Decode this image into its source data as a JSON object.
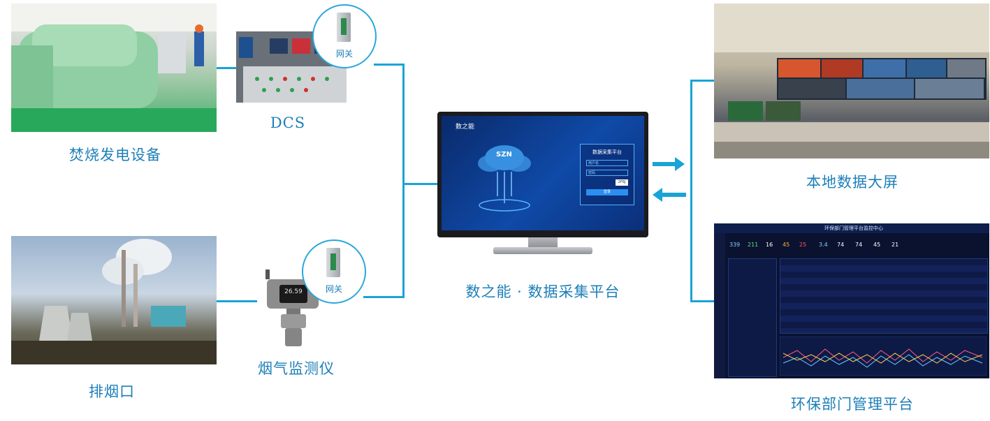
{
  "labels": {
    "incineration": "焚烧发电设备",
    "dcs": "DCS",
    "chimney": "排烟口",
    "flue_monitor": "烟气监测仪",
    "platform": "数之能 · 数据采集平台",
    "local_screen": "本地数据大屏",
    "env_platform": "环保部门管理平台"
  },
  "gateway": {
    "label": "网关"
  },
  "monitor_screen": {
    "brand": "数之能",
    "logo": "SZN",
    "login_title": "数据采集平台",
    "username_placeholder": "用户名",
    "password_placeholder": "密码",
    "captcha": "2F6J",
    "login_button": "登录"
  },
  "device_reading": "26.59",
  "env_dashboard": {
    "title": "环保部门管理平台监控中心",
    "stats": [
      "339",
      "211",
      "16",
      "45",
      "25",
      "3.4",
      "74",
      "74",
      "45",
      "21"
    ]
  },
  "colors": {
    "accent": "#1d7fb8",
    "line": "#1aa3d6",
    "arrow": "#1aa3d6"
  }
}
